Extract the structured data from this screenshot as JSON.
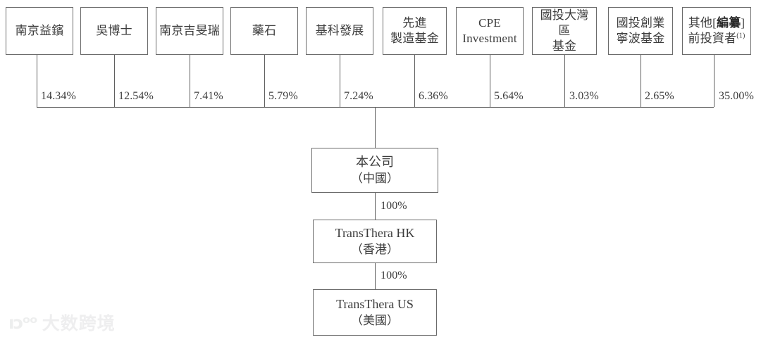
{
  "diagram": {
    "title": "Shareholding and corporate structure chart",
    "line_color": "#5f5f5f",
    "box_border_color": "#6b6b6b",
    "text_color": "#3c3c3c"
  },
  "shareholders": [
    {
      "name_line1": "南京益鑌",
      "name_line2": "",
      "percent": "14.34%"
    },
    {
      "name_line1": "吳博士",
      "name_line2": "",
      "percent": "12.54%"
    },
    {
      "name_line1": "南京吉旻瑞",
      "name_line2": "",
      "percent": "7.41%"
    },
    {
      "name_line1": "藥石",
      "name_line2": "",
      "percent": "5.79%"
    },
    {
      "name_line1": "基科發展",
      "name_line2": "",
      "percent": "7.24%"
    },
    {
      "name_line1": "先進",
      "name_line2": "製造基金",
      "percent": "6.36%"
    },
    {
      "name_line1": "CPE",
      "name_line2": "Investment",
      "percent": "5.64%"
    },
    {
      "name_line1": "國投大灣區",
      "name_line2": "基金",
      "percent": "3.03%"
    },
    {
      "name_line1": "國投創業",
      "name_line2": "寧波基金",
      "percent": "2.65%"
    },
    {
      "name_line1": "其他[編纂]",
      "name_line2": "前投資者",
      "percent": "35.00%",
      "bracket_bold": "編纂",
      "prefix": "其他",
      "footnote": "(1)"
    }
  ],
  "entities": [
    {
      "name": "本公司",
      "jurisdiction": "（中國）",
      "ownership_below": "100%"
    },
    {
      "name": "TransThera HK",
      "jurisdiction": "（香港）",
      "ownership_below": "100%"
    },
    {
      "name": "TransThera US",
      "jurisdiction": "（美國）",
      "ownership_below": ""
    }
  ],
  "watermark": {
    "mark": "ıɔᵒᵒ",
    "text": "大数跨境"
  }
}
